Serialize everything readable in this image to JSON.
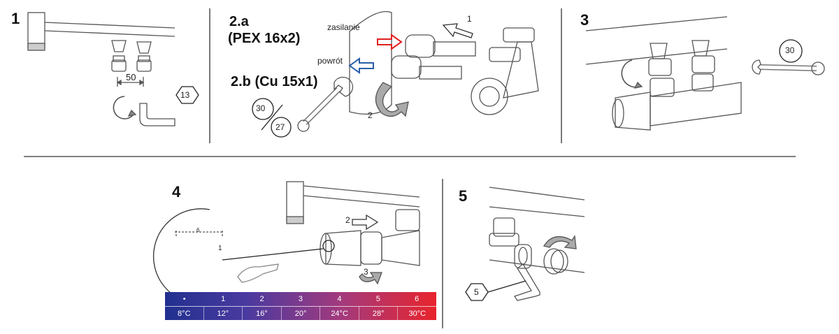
{
  "steps": {
    "s1": {
      "number": "1",
      "dimension": "50",
      "wrench_size": "13"
    },
    "s2": {
      "title_a": "2.a",
      "subtitle_a": "(PEX 16x2)",
      "title_b": "2.b (Cu 15x1)",
      "label_supply": "zasilanie",
      "label_return": "powrót",
      "arrow_1": "1",
      "arrow_2": "2",
      "wrench_size_1": "30",
      "wrench_size_2": "27"
    },
    "s3": {
      "number": "3",
      "wrench_size": "30"
    },
    "s4": {
      "number": "4",
      "zoom_mark": "6",
      "callout_1": "1",
      "arrow_2": "2",
      "arrow_3": "3",
      "scale_marks": [
        "•",
        "1",
        "2",
        "3",
        "4",
        "5",
        "6"
      ],
      "scale_temps": [
        "8°C",
        "12°",
        "16°",
        "20°",
        "24°C",
        "28°",
        "30°C"
      ]
    },
    "s5": {
      "number": "5",
      "hex_key_size": "5"
    }
  },
  "colors": {
    "supply_arrow": "#e02020",
    "return_arrow": "#2a5fa8",
    "scale_cold": "#22308f",
    "scale_hot": "#e8242c"
  },
  "icons": [
    "open-wrench-icon",
    "hex-key-icon",
    "rotate-arrow-icon",
    "hand-icon"
  ]
}
